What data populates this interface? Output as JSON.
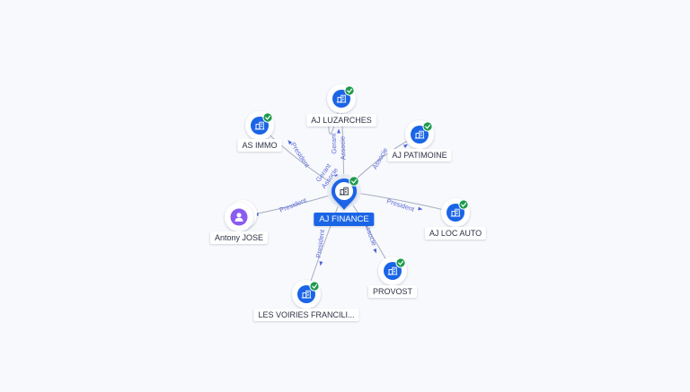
{
  "colors": {
    "edge": "#a7aec4",
    "edge_label": "#5c6bd6",
    "company_blue": "#1a64e6",
    "person_purple": "#8a5cf0",
    "verified_green": "#1c9a4c",
    "center_label_bg": "#1a64e6"
  },
  "center": {
    "label": "AJ FINANCE",
    "icon": "building-icon",
    "verified": true
  },
  "nodes": [
    {
      "id": "aj-luzarches",
      "label": "AJ LUZARCHES",
      "kind": "company",
      "verified": true
    },
    {
      "id": "as-immo",
      "label": "AS IMMO",
      "kind": "company",
      "verified": true
    },
    {
      "id": "aj-patimoine",
      "label": "AJ PATIMOINE",
      "kind": "company",
      "verified": true
    },
    {
      "id": "antony-jose",
      "label": "Antony JOSE",
      "kind": "person",
      "verified": false
    },
    {
      "id": "aj-loc-auto",
      "label": "AJ LOC AUTO",
      "kind": "company",
      "verified": true
    },
    {
      "id": "provost",
      "label": "PROVOST",
      "kind": "company",
      "verified": true
    },
    {
      "id": "les-voiries",
      "label": "LES VOIRIES FRANCILI...",
      "kind": "company",
      "verified": true
    }
  ],
  "edges": [
    {
      "to": "aj-luzarches",
      "labels": [
        "Gerant",
        "Associe"
      ]
    },
    {
      "to": "as-immo",
      "labels": [
        "President"
      ]
    },
    {
      "to": "aj-patimoine",
      "labels": [
        "Associe"
      ]
    },
    {
      "to": "antony-jose",
      "labels": [
        "President"
      ]
    },
    {
      "to": "aj-loc-auto",
      "labels": [
        "President"
      ]
    },
    {
      "to": "provost",
      "labels": [
        "Associe"
      ]
    },
    {
      "to": "les-voiries",
      "labels": [
        "President"
      ]
    },
    {
      "to": "center",
      "labels": [
        "Gerant",
        "Associe"
      ]
    }
  ]
}
